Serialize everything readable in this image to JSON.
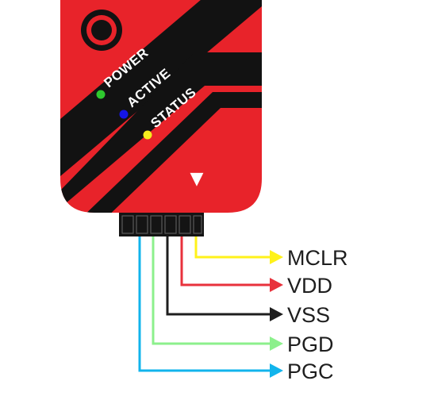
{
  "device": {
    "body_color": "#e8232a",
    "stripe_color": "#121212",
    "pin1_marker": "▼"
  },
  "leds": [
    {
      "label": "POWER",
      "color": "#2ec82e"
    },
    {
      "label": "ACTIVE",
      "color": "#1515e6"
    },
    {
      "label": "STATUS",
      "color": "#f5ec1e"
    }
  ],
  "pins": [
    {
      "label": "MCLR",
      "color": "#fff21a"
    },
    {
      "label": "VDD",
      "color": "#e8323c"
    },
    {
      "label": "VSS",
      "color": "#1e1e1e"
    },
    {
      "label": "PGD",
      "color": "#8cf08c"
    },
    {
      "label": "PGC",
      "color": "#12b4ec"
    }
  ]
}
